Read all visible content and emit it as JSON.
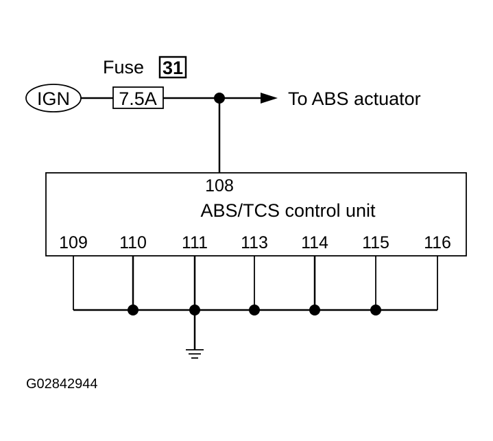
{
  "source": {
    "label": "IGN"
  },
  "fuse": {
    "prefix": "Fuse",
    "number": "31",
    "rating": "7.5A"
  },
  "branch_label": "To ABS actuator",
  "unit": {
    "name": "ABS/TCS control unit",
    "top_pin": "108",
    "bottom_pins": [
      "109",
      "110",
      "111",
      "113",
      "114",
      "115",
      "116"
    ]
  },
  "figure_code": "G02842944"
}
